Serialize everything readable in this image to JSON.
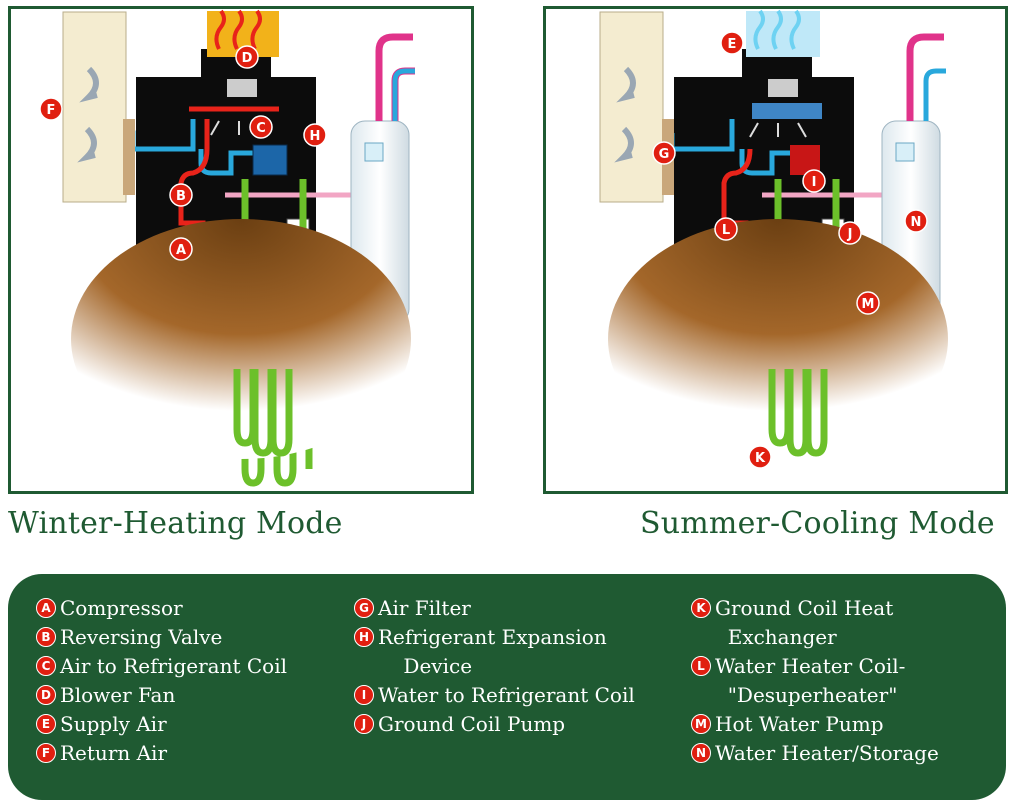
{
  "modes": {
    "winter_title": "Winter-Heating Mode",
    "summer_title": "Summer-Cooling Mode"
  },
  "winter_markers": [
    "A",
    "B",
    "C",
    "D",
    "F",
    "H"
  ],
  "summer_markers": [
    "E",
    "G",
    "I",
    "J",
    "K",
    "L",
    "M",
    "N"
  ],
  "legend": [
    {
      "letter": "A",
      "label": "Compressor"
    },
    {
      "letter": "B",
      "label": "Reversing Valve"
    },
    {
      "letter": "C",
      "label": "Air to Refrigerant Coil"
    },
    {
      "letter": "D",
      "label": "Blower Fan"
    },
    {
      "letter": "E",
      "label": "Supply Air"
    },
    {
      "letter": "F",
      "label": "Return Air"
    },
    {
      "letter": "G",
      "label": "Air Filter"
    },
    {
      "letter": "H",
      "label": "Refrigerant Expansion\n    Device"
    },
    {
      "letter": "I",
      "label": "Water to Refrigerant Coil"
    },
    {
      "letter": "J",
      "label": "Ground Coil Pump"
    },
    {
      "letter": "K",
      "label": "Ground Coil Heat\n  Exchanger"
    },
    {
      "letter": "L",
      "label": "Water Heater Coil-\n  \"Desuperheater\""
    },
    {
      "letter": "M",
      "label": "Hot Water Pump"
    },
    {
      "letter": "N",
      "label": "Water Heater/Storage"
    }
  ],
  "colors": {
    "frame": "#1f5a32",
    "badge": "#e01f10",
    "hot_pipe": "#e8231a",
    "cold_pipe": "#29a8dc",
    "ground_loop": "#6cc02a",
    "water_line": "#e0338a",
    "earth": "#a4672a"
  }
}
